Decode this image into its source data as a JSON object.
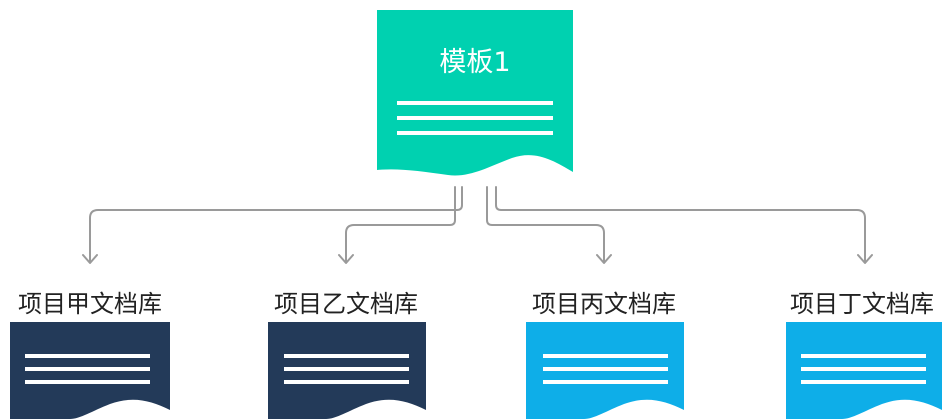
{
  "template": {
    "title": "模板1",
    "color": "#00d1b0"
  },
  "libraries": [
    {
      "label": "项目甲文档库",
      "color": "#233a59"
    },
    {
      "label": "项目乙文档库",
      "color": "#233a59"
    },
    {
      "label": "项目丙文档库",
      "color": "#0eaee8"
    },
    {
      "label": "项目丁文档库",
      "color": "#0eaee8"
    }
  ],
  "connector_color": "#9a9a9a"
}
